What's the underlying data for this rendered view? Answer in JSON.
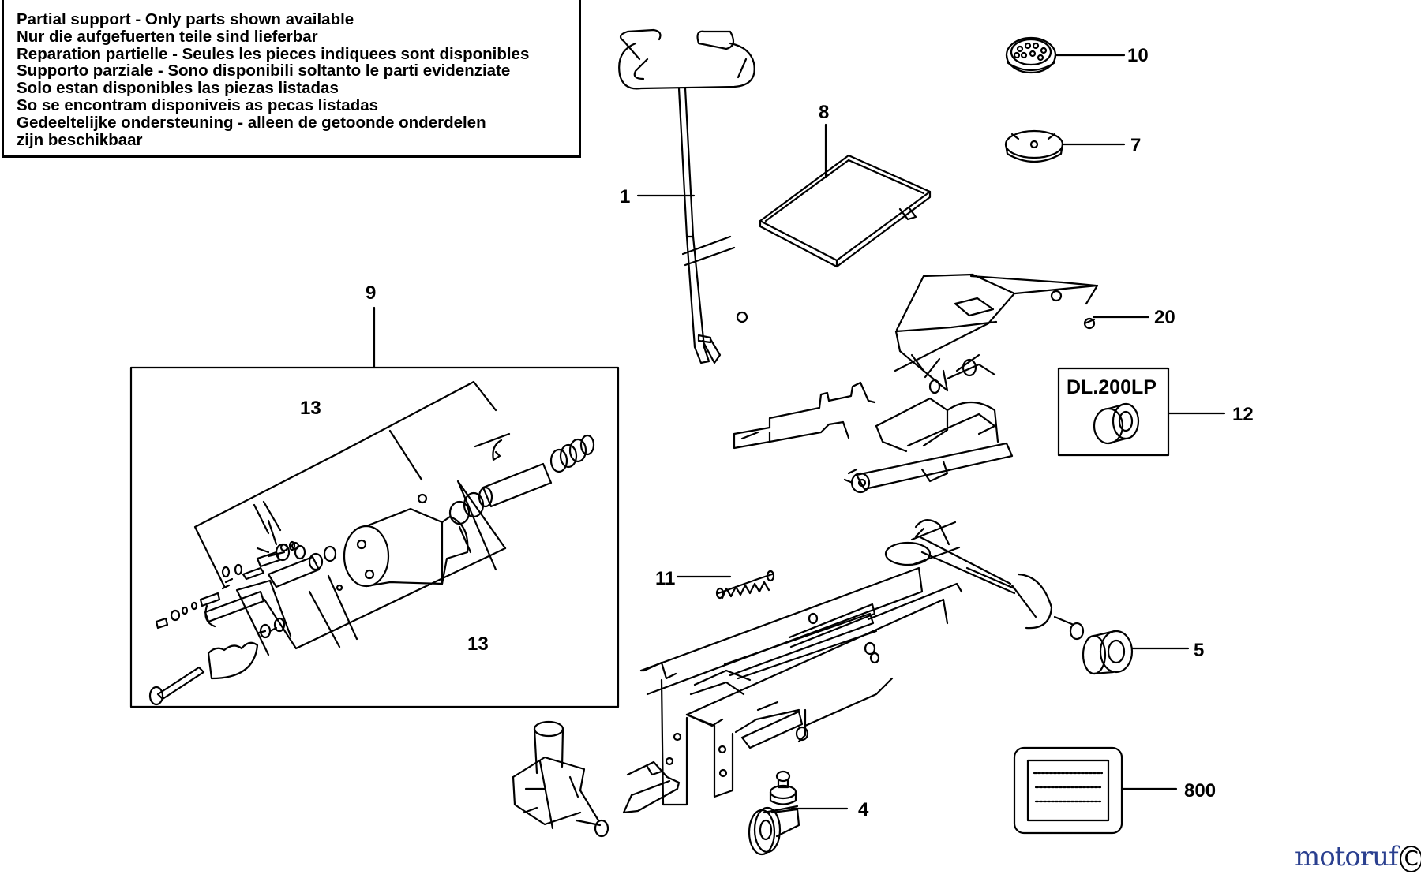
{
  "notice": {
    "lines": [
      "Partial support - Only parts shown available",
      "Nur die aufgefuerten teile sind lieferbar",
      "Reparation partielle - Seules les pieces indiquees sont disponibles",
      "Supporto parziale - Sono disponibili soltanto le parti evidenziate",
      "Solo estan disponibles las piezas listadas",
      "So se encontram disponiveis as pecas listadas",
      "Gedeeltelijke ondersteuning - alleen de getoonde onderdelen",
      "zijn beschikbaar"
    ]
  },
  "callouts": {
    "p1": "1",
    "p4": "4",
    "p5": "5",
    "p7": "7",
    "p8": "8",
    "p9": "9",
    "p10": "10",
    "p11": "11",
    "p12": "12",
    "p13a": "13",
    "p13b": "13",
    "p20": "20",
    "p800": "800"
  },
  "kit_label": "DL.200LP",
  "watermark": {
    "text": "motoruf",
    "mark": "C"
  }
}
